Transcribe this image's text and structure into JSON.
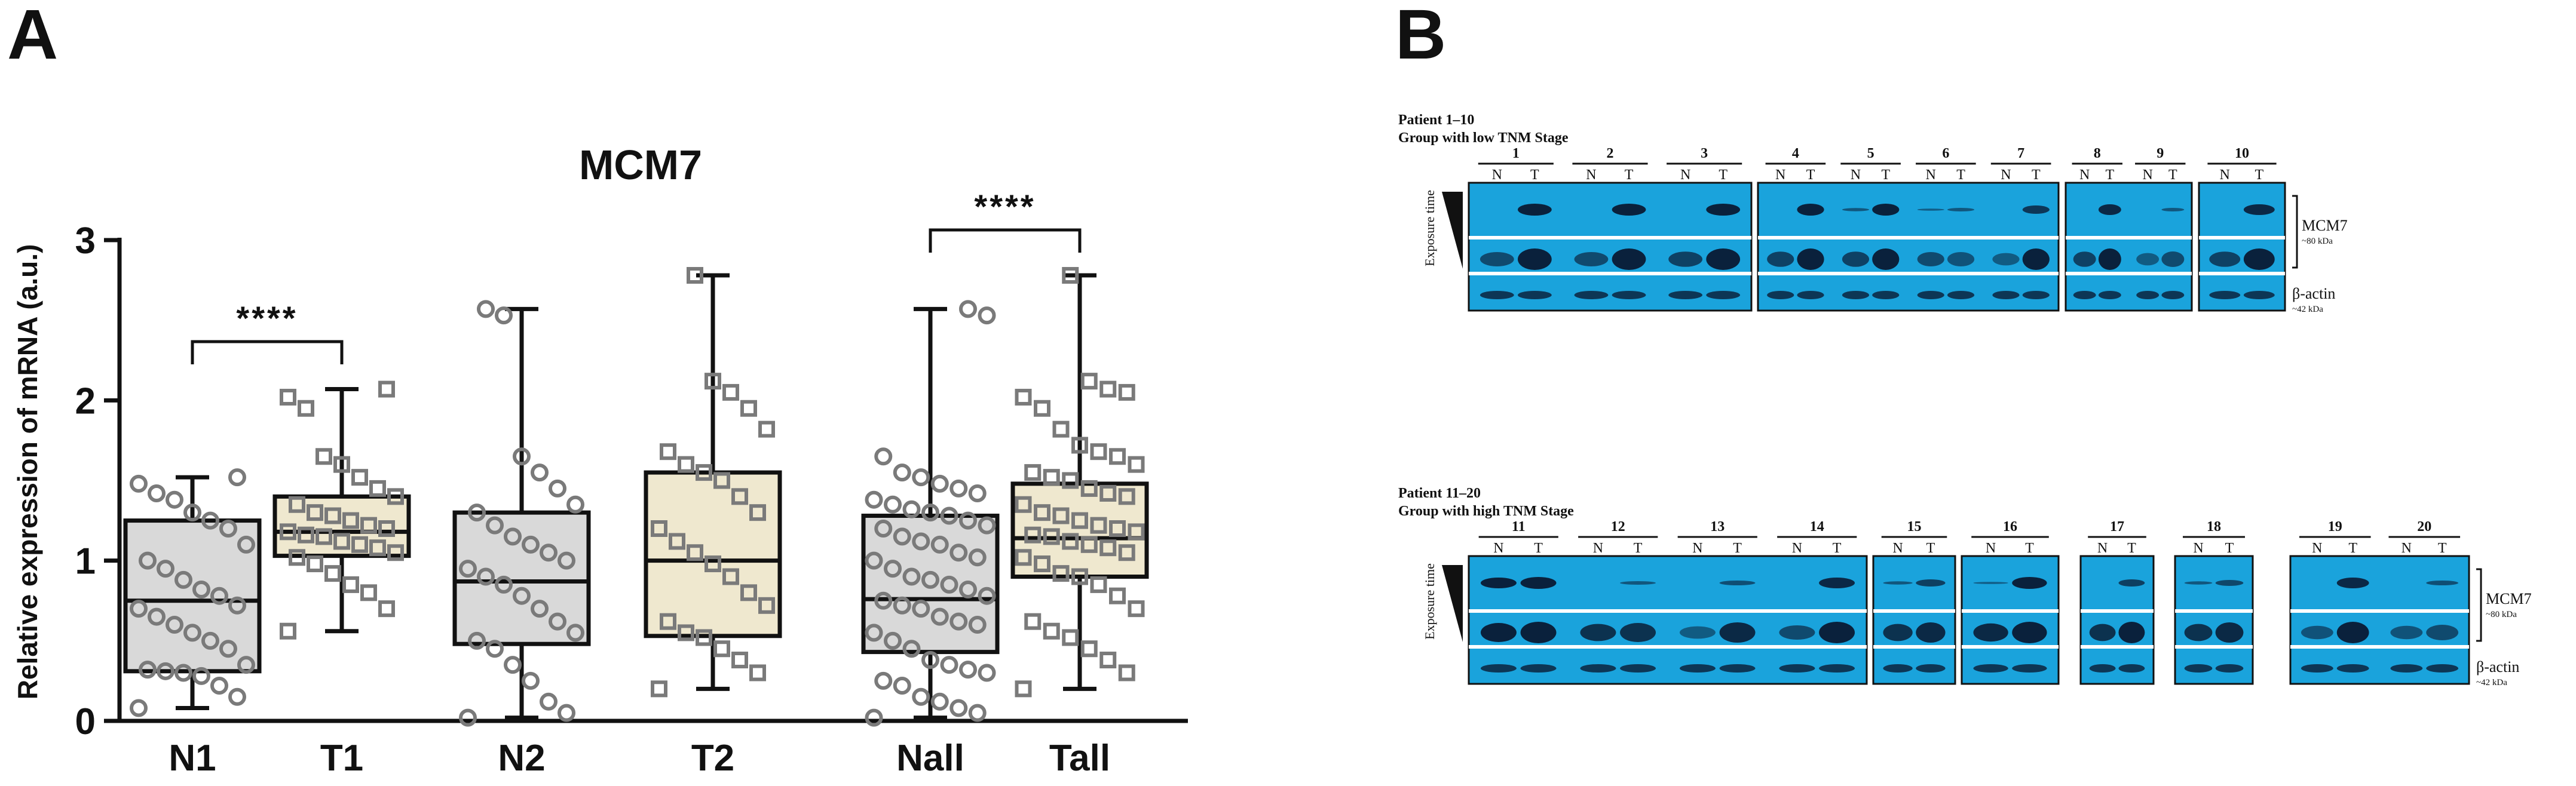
{
  "panels": {
    "a_letter": "A",
    "b_letter": "B"
  },
  "chart_data": {
    "type": "box",
    "title": "MCM7",
    "ylabel": "Relative expression of mRNA (a.u.)",
    "xlabel": "",
    "ylim": [
      0,
      3
    ],
    "yticks": [
      "0",
      "1",
      "2",
      "3"
    ],
    "grid": false,
    "categories": [
      "N1",
      "T1",
      "N2",
      "T2",
      "Nall",
      "Tall"
    ],
    "colors": {
      "normal_fill": "#d9d9d9",
      "tumor_fill": "#efe8cf",
      "marker": "#7a7a7a"
    },
    "boxes": [
      {
        "label": "N1",
        "min": 0.08,
        "q1": 0.31,
        "median": 0.75,
        "q3": 1.25,
        "max": 1.52,
        "marker": "circle",
        "points": [
          0.08,
          0.15,
          0.22,
          0.28,
          0.3,
          0.31,
          0.32,
          0.35,
          0.45,
          0.5,
          0.55,
          0.6,
          0.65,
          0.7,
          0.72,
          0.78,
          0.82,
          0.88,
          0.95,
          1.0,
          1.1,
          1.2,
          1.25,
          1.3,
          1.38,
          1.42,
          1.48,
          1.52
        ]
      },
      {
        "label": "T1",
        "min": 0.56,
        "q1": 1.03,
        "median": 1.18,
        "q3": 1.4,
        "max": 2.07,
        "marker": "square",
        "points": [
          0.56,
          0.7,
          0.8,
          0.85,
          0.92,
          0.98,
          1.02,
          1.05,
          1.08,
          1.1,
          1.12,
          1.15,
          1.16,
          1.18,
          1.2,
          1.22,
          1.25,
          1.28,
          1.3,
          1.35,
          1.4,
          1.45,
          1.52,
          1.6,
          1.65,
          1.95,
          2.02,
          2.07
        ]
      },
      {
        "label": "N2",
        "min": 0.02,
        "q1": 0.48,
        "median": 0.87,
        "q3": 1.3,
        "max": 2.57,
        "marker": "circle",
        "points": [
          0.02,
          0.05,
          0.12,
          0.25,
          0.35,
          0.45,
          0.5,
          0.55,
          0.62,
          0.7,
          0.78,
          0.85,
          0.9,
          0.95,
          1.0,
          1.05,
          1.1,
          1.15,
          1.22,
          1.3,
          1.35,
          1.45,
          1.55,
          1.65,
          2.53,
          2.57
        ]
      },
      {
        "label": "T2",
        "min": 0.2,
        "q1": 0.53,
        "median": 1.0,
        "q3": 1.55,
        "max": 2.78,
        "marker": "square",
        "points": [
          0.2,
          0.3,
          0.38,
          0.45,
          0.52,
          0.55,
          0.62,
          0.72,
          0.8,
          0.9,
          0.98,
          1.05,
          1.12,
          1.2,
          1.3,
          1.4,
          1.5,
          1.55,
          1.6,
          1.68,
          1.82,
          1.95,
          2.05,
          2.12,
          2.78
        ]
      },
      {
        "label": "Nall",
        "min": 0.02,
        "q1": 0.43,
        "median": 0.76,
        "q3": 1.28,
        "max": 2.57,
        "marker": "circle",
        "points": [
          0.02,
          0.05,
          0.08,
          0.12,
          0.15,
          0.22,
          0.25,
          0.3,
          0.32,
          0.35,
          0.38,
          0.45,
          0.5,
          0.55,
          0.6,
          0.62,
          0.65,
          0.7,
          0.72,
          0.75,
          0.78,
          0.82,
          0.85,
          0.88,
          0.9,
          0.95,
          1.0,
          1.02,
          1.05,
          1.1,
          1.12,
          1.15,
          1.2,
          1.22,
          1.25,
          1.28,
          1.3,
          1.32,
          1.35,
          1.38,
          1.42,
          1.45,
          1.48,
          1.52,
          1.55,
          1.65,
          2.53,
          2.57
        ]
      },
      {
        "label": "Tall",
        "min": 0.2,
        "q1": 0.9,
        "median": 1.14,
        "q3": 1.48,
        "max": 2.78,
        "marker": "square",
        "points": [
          0.2,
          0.3,
          0.38,
          0.45,
          0.52,
          0.56,
          0.62,
          0.7,
          0.78,
          0.85,
          0.9,
          0.92,
          0.98,
          1.02,
          1.05,
          1.08,
          1.1,
          1.12,
          1.15,
          1.16,
          1.18,
          1.2,
          1.22,
          1.25,
          1.28,
          1.3,
          1.35,
          1.4,
          1.42,
          1.45,
          1.5,
          1.52,
          1.55,
          1.6,
          1.65,
          1.68,
          1.72,
          1.82,
          1.95,
          2.02,
          2.05,
          2.07,
          2.12,
          2.78
        ]
      }
    ],
    "significance": [
      {
        "from": "N1",
        "to": "T1",
        "label": "****"
      },
      {
        "from": "Nall",
        "to": "Tall",
        "label": "****"
      }
    ]
  },
  "blot": {
    "group1": {
      "title_line1": "Patient 1–10",
      "title_line2": "Group with low TNM Stage",
      "patients": [
        "1",
        "2",
        "3",
        "4",
        "5",
        "6",
        "7",
        "8",
        "9",
        "10"
      ]
    },
    "group2": {
      "title_line1": "Patient 11–20",
      "title_line2": "Group with high TNM Stage",
      "patients": [
        "11",
        "12",
        "13",
        "14",
        "15",
        "16",
        "17",
        "18",
        "19",
        "20"
      ]
    },
    "lane_n": "N",
    "lane_t": "T",
    "exposure_label": "Exposure time",
    "mcm7_label": "MCM7",
    "mcm7_kda": "~80 kDa",
    "actin_label": "β-actin",
    "actin_kda": "~42 kDa",
    "background_color": "#1aa3dc"
  }
}
